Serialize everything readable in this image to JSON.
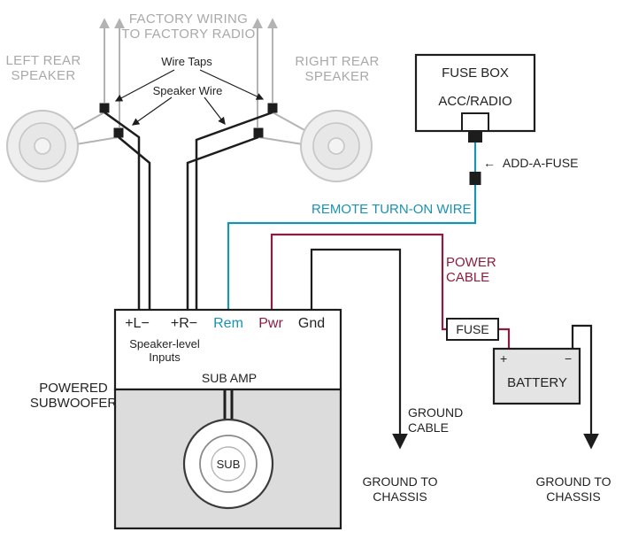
{
  "colors": {
    "wire_black": "#1d1d1d",
    "wire_gray": "#b3b3b3",
    "remote_teal": "#1b92b1",
    "power_maroon": "#8b1e3f",
    "label_gray": "#a9a9a9"
  },
  "factory": {
    "line1": "FACTORY WIRING",
    "line2": "TO FACTORY RADIO",
    "wire_taps": "Wire Taps",
    "speaker_wire": "Speaker Wire"
  },
  "speakers": {
    "left": {
      "line1": "LEFT REAR",
      "line2": "SPEAKER"
    },
    "right": {
      "line1": "RIGHT REAR",
      "line2": "SPEAKER"
    }
  },
  "fuse_box": {
    "title": "FUSE BOX",
    "circuit": "ACC/RADIO"
  },
  "add_a_fuse": {
    "arrow": "←",
    "label": "ADD-A-FUSE"
  },
  "remote": {
    "label": "REMOTE TURN-ON WIRE"
  },
  "power": {
    "line1": "POWER",
    "line2": "CABLE"
  },
  "fuse": {
    "label": "FUSE"
  },
  "battery": {
    "label": "BATTERY",
    "plus": "+",
    "minus": "−"
  },
  "ground": {
    "cable_line1": "GROUND",
    "cable_line2": "CABLE",
    "left_line1": "GROUND TO",
    "left_line2": "CHASSIS",
    "right_line1": "GROUND TO",
    "right_line2": "CHASSIS"
  },
  "amp": {
    "input_left": "+L−",
    "input_right": "+R−",
    "input_rem": "Rem",
    "input_pwr": "Pwr",
    "input_gnd": "Gnd",
    "speaker_level_line1": "Speaker-level",
    "speaker_level_line2": "Inputs",
    "name": "SUB AMP"
  },
  "subwoofer": {
    "line1": "POWERED",
    "line2": "SUBWOOFER",
    "driver": "SUB"
  }
}
